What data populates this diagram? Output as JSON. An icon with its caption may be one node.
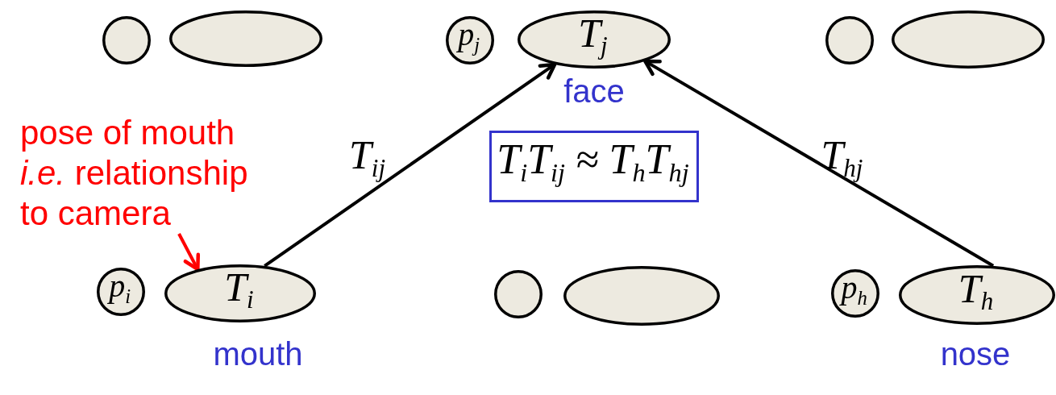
{
  "diagram": {
    "nodes": [
      {
        "text": [],
        "shape": "circle"
      },
      {
        "text": [],
        "shape": "ellipse"
      },
      {
        "text": [
          "p$_{j}$"
        ]
      },
      {
        "text": [
          "T$_{j}$"
        ],
        "beside": [
          "face"
        ]
      },
      {
        "text": [],
        "shape": "circle"
      },
      {
        "text": [],
        "shape": "ellipse"
      },
      {
        "text": [
          "pose of mouth *i.e.* relationship to camera"
        ]
      },
      {
        "text": [
          "T$_{i}$T$_{ij}$ ≈ T$_{h}$T$_{hj}$"
        ]
      },
      {
        "text": [
          "p$_{i}$"
        ]
      },
      {
        "text": [
          "T$_{i}$"
        ],
        "beside": [
          "mouth"
        ]
      },
      {
        "text": [],
        "shape": "circle"
      },
      {
        "text": [],
        "shape": "ellipse"
      },
      {
        "text": [
          "p$_{h}$"
        ]
      },
      {
        "text": [
          "T$_{h}$"
        ],
        "beside": [
          "nose"
        ]
      }
    ],
    "edges": [
      {
        "from": 9,
        "to": 3,
        "arrow": "to",
        "label": "T$_{ij}$"
      },
      {
        "from": 13,
        "to": 3,
        "arrow": "to",
        "label": "T$_{hj}$"
      },
      {
        "from": 6,
        "to": 9,
        "arrow": "to",
        "color": "#ff0000"
      }
    ]
  }
}
